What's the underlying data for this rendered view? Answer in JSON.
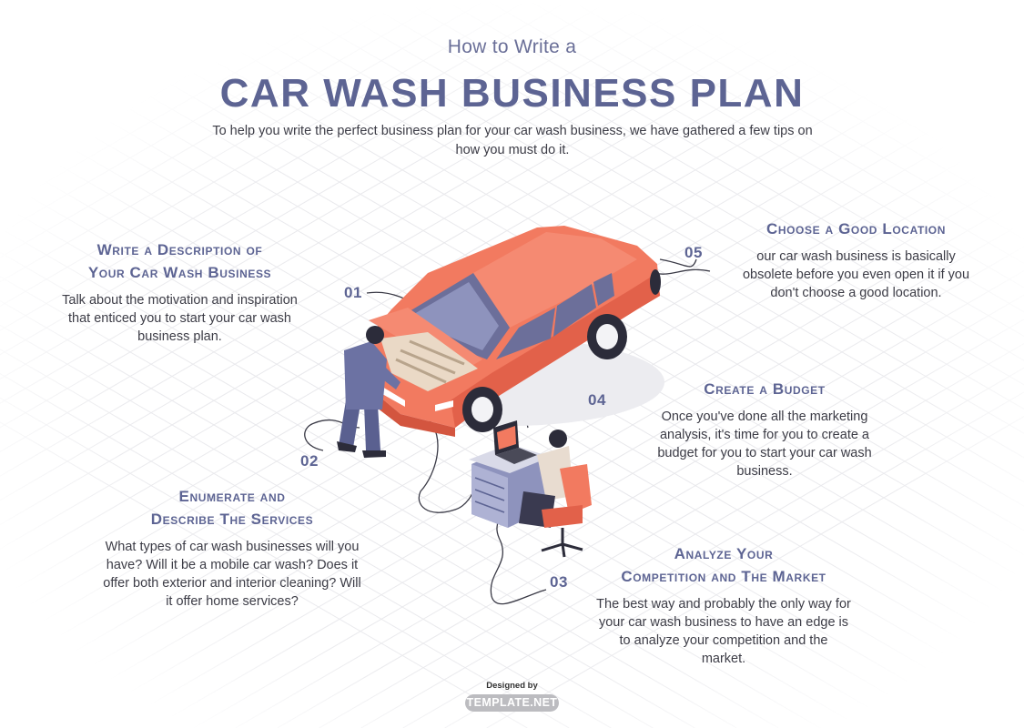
{
  "header": {
    "subtitle": "How to Write a",
    "title": "CAR WASH BUSINESS PLAN",
    "intro": "To help you write the perfect business plan for your car wash business, we have gathered a few tips on how you must do it."
  },
  "steps": [
    {
      "number": "01",
      "heading_line1": "Write a Description of",
      "heading_line2": "Your Car Wash Business",
      "body": "Talk about the motivation and inspiration that enticed you to start your car wash business plan."
    },
    {
      "number": "02",
      "heading_line1": "Enumerate and",
      "heading_line2": "Describe The Services",
      "body": "What types of car wash businesses will you have? Will it be a mobile car wash? Does it offer both exterior and interior cleaning? Will it offer home services?"
    },
    {
      "number": "03",
      "heading_line1": "Analyze Your",
      "heading_line2": "Competition and The Market",
      "body": "The best way and probably the only way for your car wash business to have an edge is to analyze your competition and the market."
    },
    {
      "number": "04",
      "heading_line1": "Create a Budget",
      "body": "Once you've done all the marketing analysis, it's time for you to create a budget for you to start your car wash business."
    },
    {
      "number": "05",
      "heading_line1": "Choose a Good Location",
      "body": "our car wash business is basically obsolete before you even open it if you don't choose a good location."
    }
  ],
  "footer": {
    "designed_by": "Designed by",
    "logo_text": "TEMPLATE.NET"
  },
  "colors": {
    "accent": "#5d6493",
    "car_body": "#f27a60",
    "car_dark": "#e2614a",
    "grid": "#e6e6ea"
  }
}
